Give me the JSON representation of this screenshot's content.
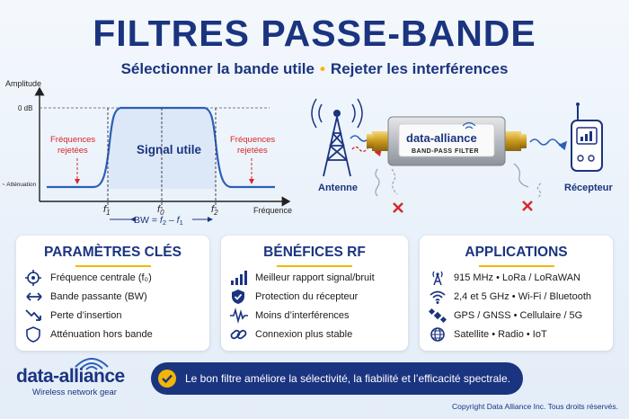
{
  "header": {
    "title": "FILTRES PASSE-BANDE",
    "subtitle_left": "Sélectionner la bande utile",
    "subtitle_sep": "•",
    "subtitle_right": "Rejeter les interférences"
  },
  "graph": {
    "y_axis_label": "Amplitude",
    "y_tick_top": "0 dB",
    "y_tick_bottom": "~ Atténuation",
    "x_axis_label": "Fréquence",
    "passband_label": "Signal utile",
    "rejected_left": [
      "Fréquences",
      "rejetées"
    ],
    "rejected_right": [
      "Fréquences",
      "rejetées"
    ],
    "f1": "f",
    "f1_sub": "1",
    "f0": "f",
    "f0_sub": "0",
    "f2": "f",
    "f2_sub": "2",
    "bw_prefix": "BW = ",
    "bw_f2": "f",
    "bw_f2_sub": "2",
    "bw_minus": " – ",
    "bw_f1": "f",
    "bw_f1_sub": "1"
  },
  "system": {
    "antenna_label": "Antenne",
    "receiver_label": "Récepteur",
    "filter_brand": "data-alliance",
    "filter_label": "BAND-PASS FILTER"
  },
  "cards": [
    {
      "title": "PARAMÈTRES CLÉS",
      "items": [
        {
          "icon": "target-icon",
          "text": "Fréquence centrale (f₀)"
        },
        {
          "icon": "double-arrow-icon",
          "text": "Bande passante (BW)"
        },
        {
          "icon": "trend-down-icon",
          "text": "Perte d’insertion"
        },
        {
          "icon": "shield-icon",
          "text": "Atténuation hors bande"
        }
      ]
    },
    {
      "title": "BÉNÉFICES RF",
      "items": [
        {
          "icon": "signal-bars-icon",
          "text": "Meilleur rapport signal/bruit"
        },
        {
          "icon": "shield-check-icon",
          "text": "Protection du récepteur"
        },
        {
          "icon": "waveform-icon",
          "text": "Moins d’interférences"
        },
        {
          "icon": "link-icon",
          "text": "Connexion plus stable"
        }
      ]
    },
    {
      "title": "APPLICATIONS",
      "items": [
        {
          "icon": "antenna-icon",
          "text": "915 MHz  •  LoRa / LoRaWAN"
        },
        {
          "icon": "wifi-icon",
          "text": "2,4 et 5 GHz  •  Wi-Fi / Bluetooth"
        },
        {
          "icon": "satellite-icon",
          "text": "GPS / GNSS  •  Cellulaire / 5G"
        },
        {
          "icon": "globe-icon",
          "text": "Satellite  •  Radio  •  IoT"
        }
      ]
    }
  ],
  "banner": {
    "text": "Le bon filtre améliore la sélectivité, la fiabilité et l’efficacité spectrale."
  },
  "logo": {
    "name": "data-alliance",
    "tagline": "Wireless network gear"
  },
  "footer": {
    "copyright": "Copyright Data Alliance Inc. Tous droits réservés."
  },
  "colors": {
    "primary": "#1b3480",
    "accent": "#f2b705",
    "reject": "#d62828",
    "curve": "#2b5fb8",
    "passband": "#dce8f8"
  }
}
